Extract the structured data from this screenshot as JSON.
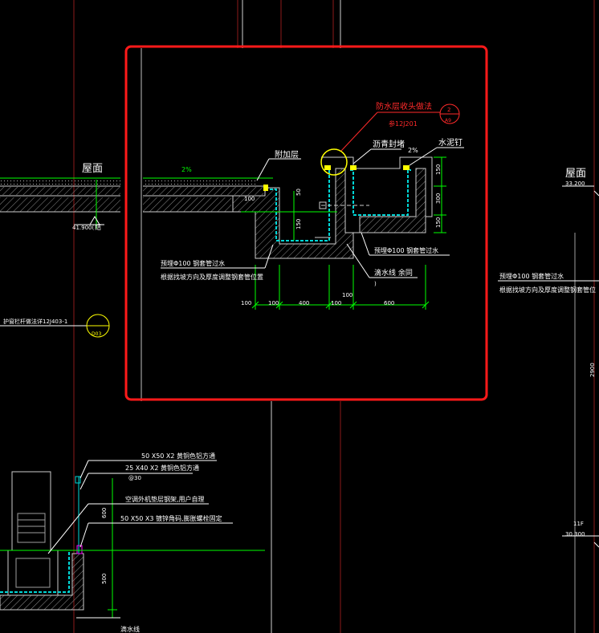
{
  "colors": {
    "background": "#000000",
    "frame": "#ff1a1a",
    "text": "#ffffff",
    "red_text": "#ff2a2a",
    "green": "#00ff00",
    "cyan": "#00d7d7",
    "yellow": "#ffff00",
    "magenta": "#ff00ff",
    "grid_red": "#8b1a1a",
    "gray": "#8c8c8c"
  },
  "labels": {
    "roof_left": "屋面",
    "roof_right": "屋面",
    "slope_1": "2%",
    "slope_2": "2%",
    "elev_left": "41.900(",
    "elev_left_suffix": "结",
    "elev_right": "33.200",
    "elev_11f": "30.300",
    "level_11f": "11F",
    "add_layer": "附加层",
    "waterproof_detail": "防水层收头做法",
    "ref": "参12J201",
    "circle_num": "2",
    "circle_sub": "A9",
    "asphalt": "沥青封堵",
    "cement_nail": "水泥钉",
    "pipe_note_1": "预埋Φ100 钢套管过水",
    "pipe_note_2": "根据找坡方向及厚度调整钢套管位置",
    "pipe_note_3": "预埋Φ100 钢套管过水",
    "drip_line": "滴水线 余同",
    "drip_sub": ")",
    "parapet_note": "护窗栏杆做法详12J403-1",
    "parapet_circle_sub": "D03",
    "right_note_1": "预埋Φ100 钢套管过水",
    "right_note_2": "根据找坡方向及厚度调整钢套管位",
    "lower_1": "50 X50 X2 黄铜色铝方通",
    "lower_2": "25 X40 X2 黄铜色铝方通",
    "lower_2b": "@30",
    "lower_3": "空调外机垫层钢架,用户自理",
    "lower_4": "50 X50 X3 镀锌角码,膨胀螺栓固定",
    "lower_5": "滴水线",
    "dim_right_vertical": "2900"
  },
  "dimensions": {
    "bottom": [
      "100",
      "100",
      "400",
      "100",
      "600"
    ],
    "bottom_mid": "100",
    "vert_right": [
      "150",
      "300",
      "150"
    ],
    "vert_inner_1": "50",
    "vert_inner_2": "150",
    "dim_100_top": "100",
    "lower_600": "600",
    "lower_500": "500"
  }
}
